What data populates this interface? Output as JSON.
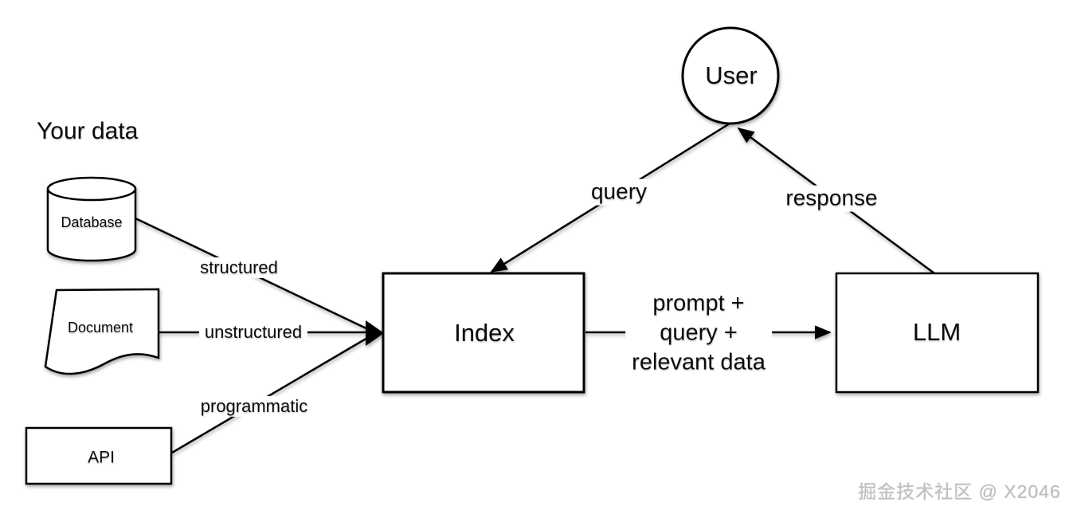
{
  "canvas": {
    "background": "#ffffff",
    "stroke_color": "#000000",
    "text_color": "#0b0b0b",
    "watermark_color": "#bfbfbf"
  },
  "section_title": {
    "your_data": "Your data"
  },
  "nodes": {
    "database": {
      "label": "Database",
      "shape": "cylinder"
    },
    "document": {
      "label": "Document",
      "shape": "document"
    },
    "api": {
      "label": "API",
      "shape": "rectangle"
    },
    "index": {
      "label": "Index",
      "shape": "rectangle"
    },
    "llm": {
      "label": "LLM",
      "shape": "rectangle"
    },
    "user": {
      "label": "User",
      "shape": "circle"
    }
  },
  "edges": {
    "structured": {
      "label": "structured",
      "from": "database",
      "to": "index"
    },
    "unstructured": {
      "label": "unstructured",
      "from": "document",
      "to": "index"
    },
    "programmatic": {
      "label": "programmatic",
      "from": "api",
      "to": "index"
    },
    "query": {
      "label": "query",
      "from": "user",
      "to": "index"
    },
    "prompt": {
      "label": "prompt +\nquery +\nrelevant data",
      "from": "index",
      "to": "llm"
    },
    "response": {
      "label": "response",
      "from": "llm",
      "to": "user"
    }
  },
  "watermark": {
    "text": "掘金技术社区 @ X2046"
  }
}
